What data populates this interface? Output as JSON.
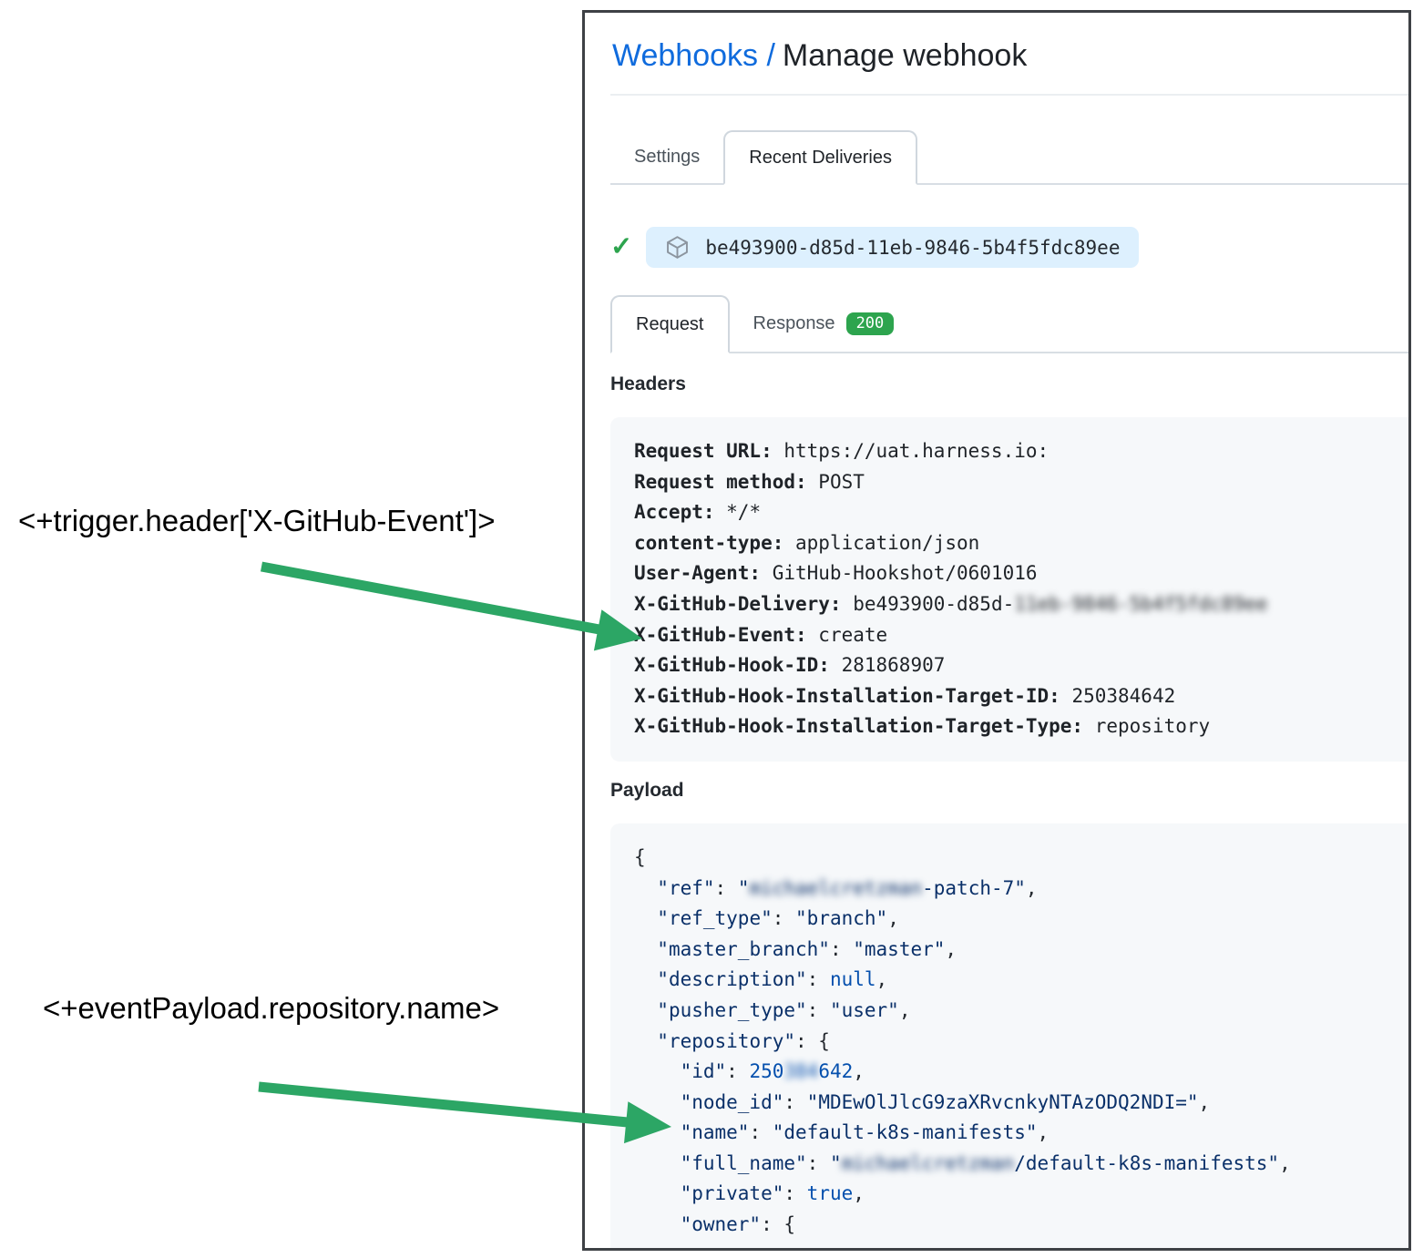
{
  "annotations": {
    "trigger_expression": "<+trigger.header['X-GitHub-Event']>",
    "payload_expression": "<+eventPayload.repository.name>",
    "arrow_color": "#2ca665"
  },
  "header": {
    "breadcrumb_link": "Webhooks /",
    "title": "Manage webhook"
  },
  "tabs": {
    "settings": "Settings",
    "recent_deliveries": "Recent Deliveries"
  },
  "delivery": {
    "guid": "be493900-d85d-11eb-9846-5b4f5fdc89ee",
    "success_icon": "check-icon",
    "guid_icon": "package-icon"
  },
  "subtabs": {
    "request": "Request",
    "response": "Response",
    "status_code": "200",
    "status_color": "#2da44e"
  },
  "sections": {
    "headers_label": "Headers",
    "payload_label": "Payload"
  },
  "headers": {
    "lines": [
      {
        "key": "Request URL",
        "value": "https://uat.harness.io:"
      },
      {
        "key": "Request method",
        "value": "POST"
      },
      {
        "key": "Accept",
        "value": "*/*"
      },
      {
        "key": "content-type",
        "value": "application/json"
      },
      {
        "key": "User-Agent",
        "value": "GitHub-Hookshot/0601016"
      },
      {
        "key": "X-GitHub-Delivery",
        "value": "be493900-d85d-",
        "redacted": "11eb-9846-5b4f5fdc89ee"
      },
      {
        "key": "X-GitHub-Event",
        "value": "create"
      },
      {
        "key": "X-GitHub-Hook-ID",
        "value": "281868907"
      },
      {
        "key": "X-GitHub-Hook-Installation-Target-ID",
        "value": "250384642"
      },
      {
        "key": "X-GitHub-Hook-Installation-Target-Type",
        "value": "repository"
      }
    ]
  },
  "payload": {
    "lines": [
      [
        [
          "p",
          "{"
        ]
      ],
      [
        [
          "p",
          "  "
        ],
        [
          "s",
          "\"ref\""
        ],
        [
          "p",
          ": "
        ],
        [
          "s",
          "\""
        ],
        [
          "b",
          "michaelcretzman"
        ],
        [
          "s",
          "-patch-7\""
        ],
        [
          "p",
          ","
        ]
      ],
      [
        [
          "p",
          "  "
        ],
        [
          "s",
          "\"ref_type\""
        ],
        [
          "p",
          ": "
        ],
        [
          "s",
          "\"branch\""
        ],
        [
          "p",
          ","
        ]
      ],
      [
        [
          "p",
          "  "
        ],
        [
          "s",
          "\"master_branch\""
        ],
        [
          "p",
          ": "
        ],
        [
          "s",
          "\"master\""
        ],
        [
          "p",
          ","
        ]
      ],
      [
        [
          "p",
          "  "
        ],
        [
          "s",
          "\"description\""
        ],
        [
          "p",
          ": "
        ],
        [
          "c",
          "null"
        ],
        [
          "p",
          ","
        ]
      ],
      [
        [
          "p",
          "  "
        ],
        [
          "s",
          "\"pusher_type\""
        ],
        [
          "p",
          ": "
        ],
        [
          "s",
          "\"user\""
        ],
        [
          "p",
          ","
        ]
      ],
      [
        [
          "p",
          "  "
        ],
        [
          "s",
          "\"repository\""
        ],
        [
          "p",
          ": {"
        ]
      ],
      [
        [
          "p",
          "    "
        ],
        [
          "s",
          "\"id\""
        ],
        [
          "p",
          ": "
        ],
        [
          "c",
          "250"
        ],
        [
          "cb",
          "384"
        ],
        [
          "c",
          "642"
        ],
        [
          "p",
          ","
        ]
      ],
      [
        [
          "p",
          "    "
        ],
        [
          "s",
          "\"node_id\""
        ],
        [
          "p",
          ": "
        ],
        [
          "s",
          "\"MDEwOlJlcG9zaXRvcnkyNTAzODQ2NDI=\""
        ],
        [
          "p",
          ","
        ]
      ],
      [
        [
          "p",
          "    "
        ],
        [
          "s",
          "\"name\""
        ],
        [
          "p",
          ": "
        ],
        [
          "s",
          "\"default-k8s-manifests\""
        ],
        [
          "p",
          ","
        ]
      ],
      [
        [
          "p",
          "    "
        ],
        [
          "s",
          "\"full_name\""
        ],
        [
          "p",
          ": "
        ],
        [
          "s",
          "\""
        ],
        [
          "b",
          "michaelcretzman"
        ],
        [
          "s",
          "/default-k8s-manifests\""
        ],
        [
          "p",
          ","
        ]
      ],
      [
        [
          "p",
          "    "
        ],
        [
          "s",
          "\"private\""
        ],
        [
          "p",
          ": "
        ],
        [
          "c",
          "true"
        ],
        [
          "p",
          ","
        ]
      ],
      [
        [
          "p",
          "    "
        ],
        [
          "s",
          "\"owner\""
        ],
        [
          "p",
          ": {"
        ]
      ]
    ]
  },
  "colors": {
    "link_blue": "#0f6bdd",
    "string_navy": "#0a3069",
    "constant_blue": "#0550ae",
    "box_gray": "#f6f8fa",
    "pill_blue": "#ddf0fe",
    "success_green": "#2da44e"
  }
}
